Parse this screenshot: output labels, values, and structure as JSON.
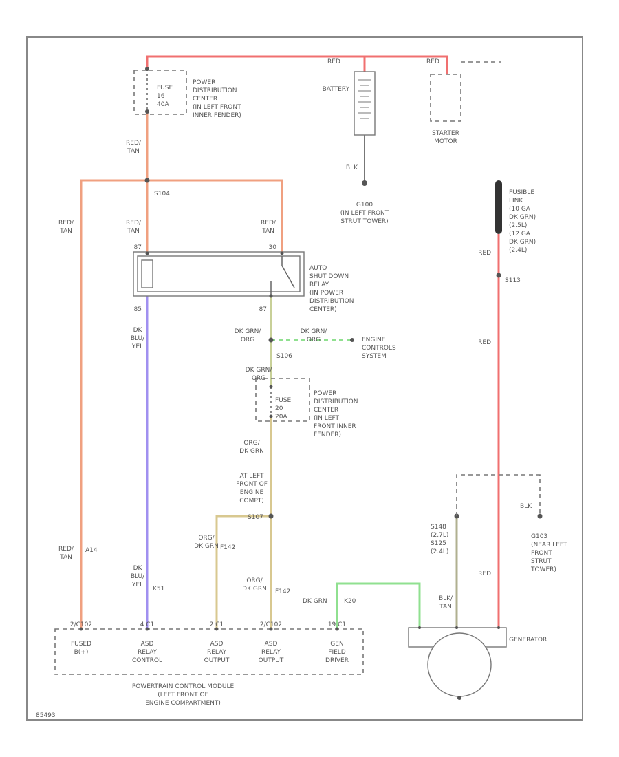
{
  "labels": {
    "red_top": "RED",
    "red_top2": "RED",
    "battery": "BATTERY",
    "starter": [
      "STARTER",
      "MOTOR"
    ],
    "fuse_pdc_top": [
      "FUSE",
      "16",
      "40A"
    ],
    "pdc_top": [
      "POWER",
      "DISTRIBUTION",
      "CENTER",
      "(IN LEFT FRONT",
      "INNER FENDER)"
    ],
    "red_tan_top": [
      "RED/",
      "TAN"
    ],
    "blk_batt": "BLK",
    "g100": [
      "G100",
      "(IN LEFT FRONT",
      "STRUT TOWER)"
    ],
    "s104": "S104",
    "red_tan_left": [
      "RED/",
      "TAN"
    ],
    "red_tan_mid": [
      "RED/",
      "TAN"
    ],
    "red_tan_right": [
      "RED/",
      "TAN"
    ],
    "pin_87": "87",
    "pin_30": "30",
    "pin_85": "85",
    "pin_87b": "87",
    "asd_relay": [
      "AUTO",
      "SHUT DOWN",
      "RELAY",
      "(IN POWER",
      "DISTRIBUTION",
      "CENTER)"
    ],
    "dk_blu_top": [
      "DK",
      "BLU/",
      "YEL"
    ],
    "dk_grn_org_1": [
      "DK GRN/",
      "ORG"
    ],
    "dk_grn_org_2": [
      "DK GRN/",
      "ORG"
    ],
    "s106": "S106",
    "engine_controls": [
      "ENGINE",
      "CONTROLS",
      "SYSTEM"
    ],
    "dk_grn_org_3": [
      "DK GRN/",
      "ORG"
    ],
    "fuse_pdc_mid": [
      "FUSE",
      "20",
      "20A"
    ],
    "pdc_mid": [
      "POWER",
      "DISTRIBUTION",
      "CENTER",
      "(IN LEFT",
      "FRONT INNER",
      "FENDER)"
    ],
    "org_dkgrn_1": [
      "ORG/",
      "DK GRN"
    ],
    "at_left_front": [
      "AT LEFT",
      "FRONT OF",
      "ENGINE",
      "COMPT)"
    ],
    "s107": "S107",
    "org_dkgrn_2": [
      "ORG/",
      "DK GRN"
    ],
    "f142_a": "F142",
    "org_dkgrn_3": [
      "ORG/",
      "DK GRN"
    ],
    "f142_b": "F142",
    "red_tan_bottom": [
      "RED/",
      "TAN"
    ],
    "a14": "A14",
    "dk_blu_bottom": [
      "DK",
      "BLU/",
      "YEL"
    ],
    "k51": "K51",
    "dk_grn_k20": "DK GRN",
    "k20": "K20",
    "fusible_link": [
      "FUSIBLE",
      "LINK",
      "(10 GA",
      "DK GRN)",
      "(2.5L)",
      "(12 GA",
      "DK GRN)",
      "(2.4L)"
    ],
    "red_fl": "RED",
    "s113": "S113",
    "red_gen_1": "RED",
    "red_gen_2": "RED",
    "blk_g103": "BLK",
    "s148": [
      "S148",
      "(2.7L)",
      "S125",
      "(2.4L)"
    ],
    "g103": [
      "G103",
      "(NEAR LEFT",
      "FRONT",
      "STRUT",
      "TOWER)"
    ],
    "blk_tan": [
      "BLK/",
      "TAN"
    ],
    "generator": "GENERATOR",
    "pcm_pins": [
      "2/C102",
      "4 C1",
      "2 C1",
      "2/C102",
      "19 C1"
    ],
    "pcm_boxes": [
      [
        "FUSED",
        "B(+)"
      ],
      [
        "ASD",
        "RELAY",
        "CONTROL"
      ],
      [
        "ASD",
        "RELAY",
        "OUTPUT"
      ],
      [
        "ASD",
        "RELAY",
        "OUTPUT"
      ],
      [
        "GEN",
        "FIELD",
        "DRIVER"
      ]
    ],
    "pcm_caption": [
      "POWERTRAIN CONTROL MODULE",
      "(LEFT FRONT OF",
      "ENGINE COMPARTMENT)"
    ],
    "fig_no": "85493"
  },
  "colors": {
    "red": "#f07070",
    "red_tan": "#f0a080",
    "dk_blu_yel": "#a090f0",
    "dk_grn_org": "#c8d098",
    "org_dk_grn": "#d8c890",
    "dk_grn": "#90e090"
  }
}
